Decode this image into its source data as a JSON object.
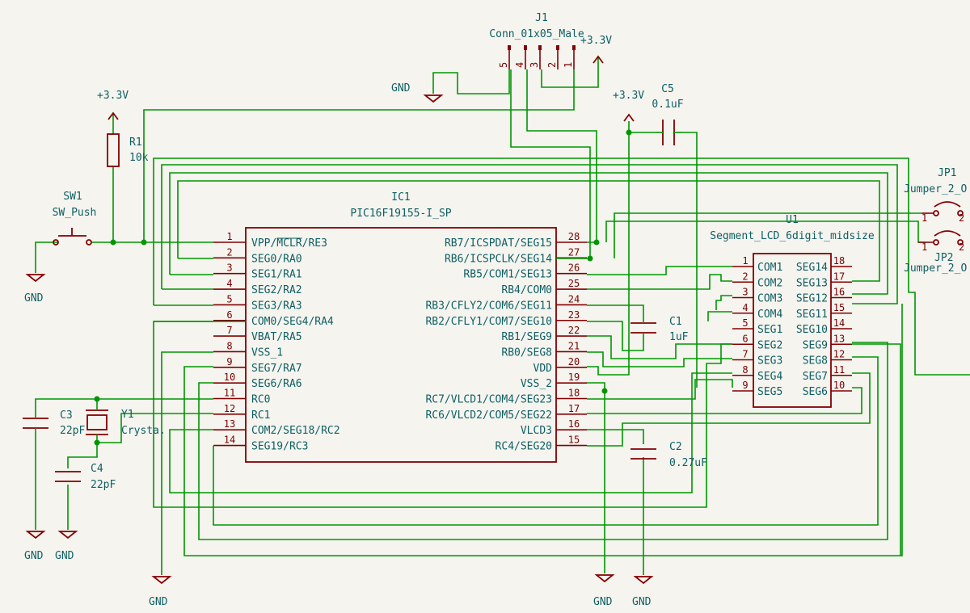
{
  "ic1": {
    "ref": "IC1",
    "value": "PIC16F19155-I_SP",
    "left_pins": [
      {
        "num": "1",
        "name": "VPP/MCLR/RE3"
      },
      {
        "num": "2",
        "name": "SEG0/RA0"
      },
      {
        "num": "3",
        "name": "SEG1/RA1"
      },
      {
        "num": "4",
        "name": "SEG2/RA2"
      },
      {
        "num": "5",
        "name": "SEG3/RA3"
      },
      {
        "num": "6",
        "name": "COM0/SEG4/RA4"
      },
      {
        "num": "7",
        "name": "VBAT/RA5"
      },
      {
        "num": "8",
        "name": "VSS_1"
      },
      {
        "num": "9",
        "name": "SEG7/RA7"
      },
      {
        "num": "10",
        "name": "SEG6/RA6"
      },
      {
        "num": "11",
        "name": "RC0"
      },
      {
        "num": "12",
        "name": "RC1"
      },
      {
        "num": "13",
        "name": "COM2/SEG18/RC2"
      },
      {
        "num": "14",
        "name": "SEG19/RC3"
      }
    ],
    "right_pins": [
      {
        "num": "28",
        "name": "RB7/ICSPDAT/SEG15"
      },
      {
        "num": "27",
        "name": "RB6/ICSPCLK/SEG14"
      },
      {
        "num": "26",
        "name": "RB5/COM1/SEG13"
      },
      {
        "num": "25",
        "name": "RB4/COM0"
      },
      {
        "num": "24",
        "name": "RB3/CFLY2/COM6/SEG11"
      },
      {
        "num": "23",
        "name": "RB2/CFLY1/COM7/SEG10"
      },
      {
        "num": "22",
        "name": "RB1/SEG9"
      },
      {
        "num": "21",
        "name": "RB0/SEG8"
      },
      {
        "num": "20",
        "name": "VDD"
      },
      {
        "num": "19",
        "name": "VSS_2"
      },
      {
        "num": "18",
        "name": "RC7/VLCD1/COM4/SEG23"
      },
      {
        "num": "17",
        "name": "RC6/VLCD2/COM5/SEG22"
      },
      {
        "num": "16",
        "name": "VLCD3"
      },
      {
        "num": "15",
        "name": "RC4/SEG20"
      }
    ]
  },
  "u1": {
    "ref": "U1",
    "value": "Segment_LCD_6digit_midsize",
    "left_pins": [
      {
        "num": "1",
        "name": "COM1"
      },
      {
        "num": "2",
        "name": "COM2"
      },
      {
        "num": "3",
        "name": "COM3"
      },
      {
        "num": "4",
        "name": "COM4"
      },
      {
        "num": "5",
        "name": "SEG1"
      },
      {
        "num": "6",
        "name": "SEG2"
      },
      {
        "num": "7",
        "name": "SEG3"
      },
      {
        "num": "8",
        "name": "SEG4"
      },
      {
        "num": "9",
        "name": "SEG5"
      }
    ],
    "right_pins": [
      {
        "num": "18",
        "name": "SEG14"
      },
      {
        "num": "17",
        "name": "SEG13"
      },
      {
        "num": "16",
        "name": "SEG12"
      },
      {
        "num": "15",
        "name": "SEG11"
      },
      {
        "num": "14",
        "name": "SEG10"
      },
      {
        "num": "13",
        "name": "SEG9"
      },
      {
        "num": "12",
        "name": "SEG8"
      },
      {
        "num": "11",
        "name": "SEG7"
      },
      {
        "num": "10",
        "name": "SEG6"
      }
    ]
  },
  "j1": {
    "ref": "J1",
    "value": "Conn_01x05_Male",
    "pins": [
      "5",
      "4",
      "3",
      "2",
      "1"
    ]
  },
  "r1": {
    "ref": "R1",
    "value": "10k"
  },
  "sw1": {
    "ref": "SW1",
    "value": "SW_Push"
  },
  "c1": {
    "ref": "C1",
    "value": "1uF"
  },
  "c2": {
    "ref": "C2",
    "value": "0.27uF"
  },
  "c3": {
    "ref": "C3",
    "value": "22pF"
  },
  "c4": {
    "ref": "C4",
    "value": "22pF"
  },
  "c5": {
    "ref": "C5",
    "value": "0.1uF"
  },
  "y1": {
    "ref": "Y1",
    "value": "Crysta."
  },
  "jp1": {
    "ref": "JP1",
    "value": "Jumper_2_O",
    "pin1": "1",
    "pin2": "2"
  },
  "jp2": {
    "ref": "JP2",
    "value": "Jumper_2_O",
    "pin1": "1",
    "pin2": "2"
  },
  "power": {
    "v33": "+3.3V",
    "gnd": "GND"
  },
  "colors": {
    "wire": "#009600",
    "symbol": "#840000",
    "text": "#0e5f63",
    "pin_number": "#7a0000",
    "background": "#f5f4ef"
  }
}
